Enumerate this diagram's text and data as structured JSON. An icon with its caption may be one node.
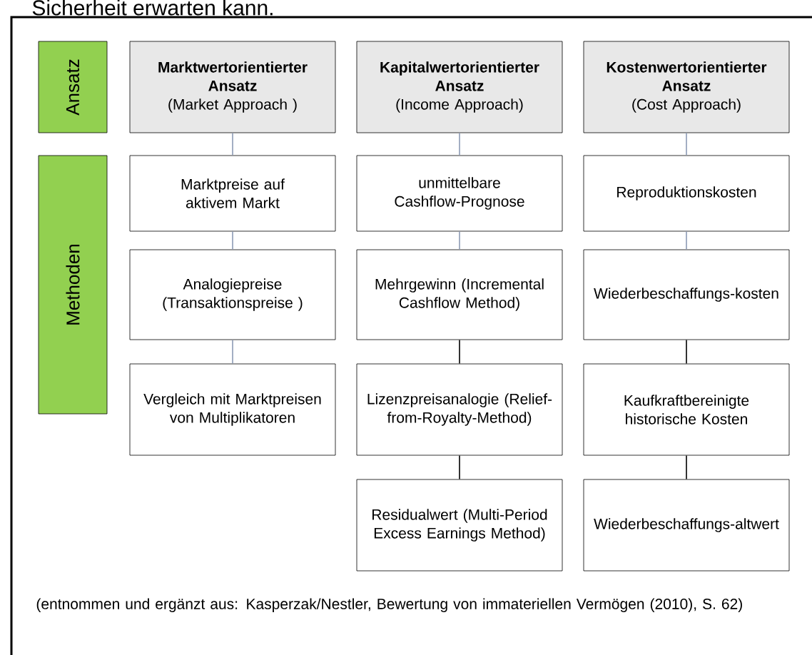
{
  "diagram": {
    "caption": "(entnommen und ergänzt aus: Kasperzak/Nestler, Bewertung von immateriellen Vermögen (2010), S. 62)",
    "nodes": [
      {
        "text": [
          "Ansatz"
        ]
      },
      {
        "text": [
          "Marktwertorientierter Ansatz",
          "(Market Approach )"
        ]
      },
      {
        "text": [
          "Kapitalwertorientierter Ansatz",
          "(Income Approach)"
        ]
      },
      {
        "text": [
          "Kostenwertorientierter Ansatz",
          "(Cost Approach)"
        ]
      },
      {
        "text": [
          "Methoden"
        ]
      },
      {
        "text": [
          "Marktpreise auf aktivem Markt"
        ]
      },
      {
        "text": [
          "unmittelbare Cashflow-Prognose"
        ]
      },
      {
        "text": [
          "Reproduktionskosten"
        ]
      },
      {
        "text": [
          "Analogiepreise (Transaktionspreise )"
        ]
      },
      {
        "text": [
          "Mehrgewinn (Incremental Cashflow Method)"
        ]
      },
      {
        "text": [
          "Wiederbeschaffungs-kosten"
        ]
      },
      {
        "text": [
          "Vergleich mit Marktpreisen von Multiplikatoren"
        ]
      },
      {
        "text": [
          "Lizenzpreisanalogie (Relief-from-Royalty-Method)"
        ]
      },
      {
        "text": [
          "Kaufkraftbereinigte historische Kosten"
        ]
      },
      {
        "text": [
          "Residualwert (Multi-Period Excess Earnings Method)"
        ]
      },
      {
        "text": [
          "Wiederbeschaffungs-altwert"
        ]
      }
    ],
    "edges": [
      {
        "from": 1,
        "to": 5,
        "arrow": "none"
      },
      {
        "from": 5,
        "to": 8,
        "arrow": "none"
      },
      {
        "from": 8,
        "to": 11,
        "arrow": "none"
      },
      {
        "from": 2,
        "to": 6,
        "arrow": "none"
      },
      {
        "from": 6,
        "to": 9,
        "arrow": "none"
      },
      {
        "from": 9,
        "to": 12,
        "arrow": "none",
        "color": "#000000"
      },
      {
        "from": 12,
        "to": 14,
        "arrow": "none",
        "color": "#000000"
      },
      {
        "from": 3,
        "to": 7,
        "arrow": "none"
      },
      {
        "from": 7,
        "to": 10,
        "arrow": "none"
      },
      {
        "from": 10,
        "to": 13,
        "arrow": "none",
        "color": "#000000"
      },
      {
        "from": 13,
        "to": 15,
        "arrow": "none",
        "color": "#000000"
      }
    ],
    "labels": [
      "Sicherheit erwarten kann."
    ]
  }
}
